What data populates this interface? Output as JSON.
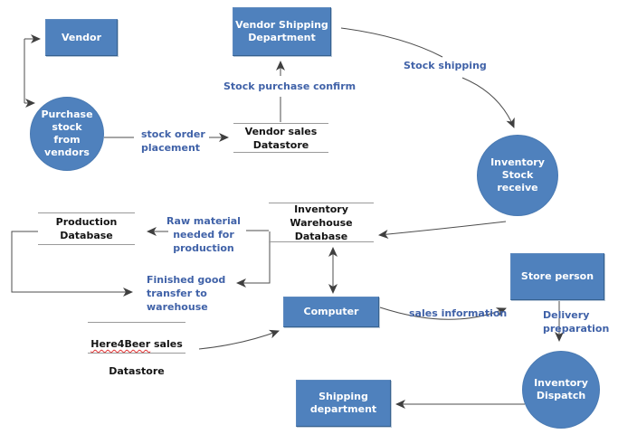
{
  "colors": {
    "shape_fill": "#4f81bd",
    "shape_text": "#ffffff",
    "flow_label_text": "#4062a8",
    "datastore_line": "#9a9a9a",
    "datastore_text": "#141414",
    "connector": "#4d4d4d",
    "misspell_underline": "#e03131"
  },
  "nodes": {
    "vendor": {
      "label": "Vendor"
    },
    "vendor_shipping_department": {
      "label": "Vendor Shipping\nDepartment"
    },
    "purchase_stock_from_vendors": {
      "label": "Purchase\nstock\nfrom\nvendors"
    },
    "vendor_sales_datastore": {
      "label": "Vendor sales\nDatastore"
    },
    "inventory_stock_receive": {
      "label": "Inventory\nStock\nreceive"
    },
    "production_database": {
      "label": "Production\nDatabase"
    },
    "inventory_warehouse_database": {
      "label": "Inventory\nWarehouse\nDatabase"
    },
    "computer": {
      "label": "Computer"
    },
    "here4beer_sales_datastore": {
      "misspelled_word": "Here4Beer",
      "line1_rest": " sales",
      "line2": "Datastore"
    },
    "store_person": {
      "label": "Store person"
    },
    "inventory_dispatch": {
      "label": "Inventory\nDispatch"
    },
    "shipping_department": {
      "label": "Shipping\ndepartment"
    }
  },
  "flow_labels": {
    "stock_order_placement": "stock order\nplacement",
    "stock_purchase_confirm": "Stock purchase confirm",
    "stock_shipping": "Stock shipping",
    "raw_material_needed_for_production": "Raw material\nneeded for\nproduction",
    "finished_good_transfer_to_warehouse": "Finished good\ntransfer to\nwarehouse",
    "sales_information": "sales information",
    "delivery_preparation": "Delivery\npreparation"
  }
}
